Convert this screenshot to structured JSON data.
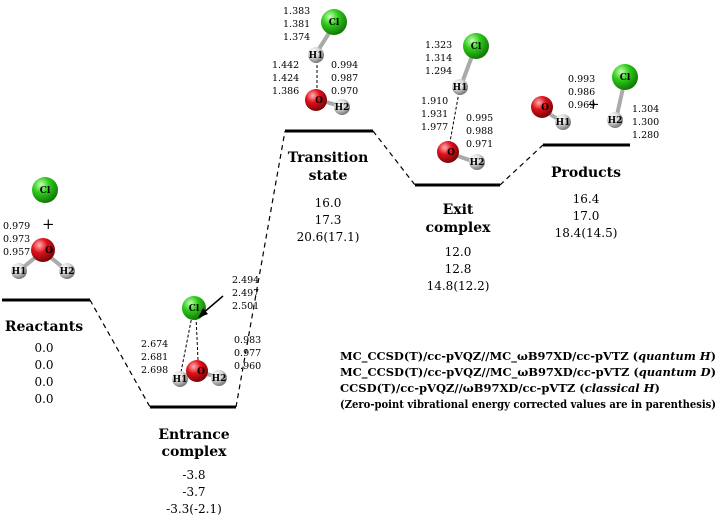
{
  "states": {
    "reactants": {
      "title_lines": [
        "Reactants"
      ],
      "energies": [
        "0.0",
        "0.0",
        "0.0",
        "0.0"
      ]
    },
    "entrance": {
      "title_lines": [
        "Entrance",
        "complex"
      ],
      "energies": [
        "-3.8",
        "-3.7",
        "-3.3(-2.1)"
      ]
    },
    "ts": {
      "title_lines": [
        "Transition",
        "state"
      ],
      "energies": [
        "16.0",
        "17.3",
        "20.6(17.1)"
      ]
    },
    "exit": {
      "title_lines": [
        "Exit",
        "complex"
      ],
      "energies": [
        "12.0",
        "12.8",
        "14.8(12.2)"
      ]
    },
    "products": {
      "title_lines": [
        "Products"
      ],
      "energies": [
        "16.4",
        "17.0",
        "18.4(14.5)"
      ]
    }
  },
  "atoms": {
    "cl": "Cl",
    "o": "O",
    "h1": "H1",
    "h2": "H2"
  },
  "plus": "+",
  "bond_labels": {
    "reactants_oh": [
      "0.979",
      "0.973",
      "0.957"
    ],
    "entrance_clh": [
      "2.674",
      "2.681",
      "2.698"
    ],
    "entrance_clo": [
      "2.494",
      "2.497",
      "2.501"
    ],
    "entrance_oh": [
      "0.983",
      "0.977",
      "0.960"
    ],
    "ts_clh": [
      "1.383",
      "1.381",
      "1.374"
    ],
    "ts_ho": [
      "1.442",
      "1.424",
      "1.386"
    ],
    "ts_oh2": [
      "0.994",
      "0.987",
      "0.970"
    ],
    "exit_clh": [
      "1.323",
      "1.314",
      "1.294"
    ],
    "exit_ho": [
      "1.910",
      "1.931",
      "1.977"
    ],
    "exit_oh2": [
      "0.995",
      "0.988",
      "0.971"
    ],
    "products_oh": [
      "0.993",
      "0.986",
      "0.969"
    ],
    "products_clh": [
      "1.304",
      "1.300",
      "1.280"
    ]
  },
  "legend": {
    "line1": {
      "prefix": "MC_CCSD(T)/cc-pVQZ//MC_ωB97XD/cc-pVTZ (",
      "emph": "quantum H",
      "suffix": ")"
    },
    "line2": {
      "prefix": "MC_CCSD(T)/cc-pVQZ//MC_ωB97XD/cc-pVTZ (",
      "emph": "quantum D",
      "suffix": ")"
    },
    "line3": {
      "prefix": "CCSD(T)/cc-pVQZ//ωB97XD/cc-pVTZ (",
      "emph": "classical H",
      "suffix": ")"
    },
    "line4": "(Zero-point vibrational energy corrected values are in parenthesis)"
  },
  "colors": {
    "chlorine": "#2ecc1a",
    "oxygen": "#e0101a",
    "hydrogen": "#d8d8d8",
    "line": "#000000"
  }
}
